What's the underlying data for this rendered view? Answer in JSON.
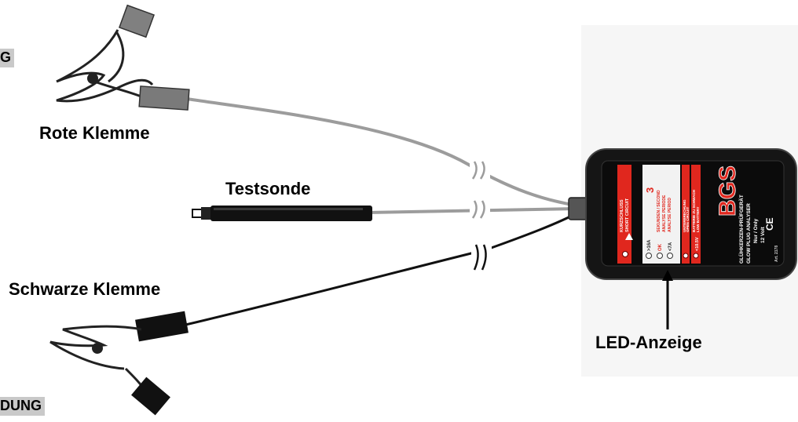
{
  "labels": {
    "red_clamp": "Rote Klemme",
    "test_probe": "Testsonde",
    "black_clamp": "Schwarze Klemme",
    "led_display": "LED-Anzeige",
    "cropped_top": "G",
    "cropped_bottom": "DUNG"
  },
  "device": {
    "logo": "BGS",
    "title_de": "GLÜHKERZEN-PRÜFGERÄT",
    "title_en": "GLOW PLUG ANALYSER",
    "voltage_line1": "Nur / Only",
    "voltage_line2": "12 Volt",
    "ce_mark": "CE",
    "article": "Art. 2178",
    "seconds_value": "3",
    "seconds_line1": "SEKUNDEN / SECOND",
    "seconds_line2": "ANALYSE PERIODE",
    "seconds_line3": "ANALYSE PERIOD",
    "short_circuit_de": "KURZSCHLUSS",
    "short_circuit_en": "SHORT CIRCUIT",
    "row_high": ">16A",
    "row_ok": "OK",
    "row_low": "<7A",
    "interrupt_de": "UNTERBRECHUNG",
    "interrupt_en": "OPEN CIRCUIT",
    "battery_de": "BATTERIE ZU SCHWACH",
    "battery_en": "LOW BATTERY",
    "battery_value": "<10.5V"
  },
  "colors": {
    "red_panel": "#e0271e",
    "device_body": "#141414",
    "wire_gray": "#9c9c9c",
    "wire_black": "#111111",
    "clamp_sleeve_gray": "#7a7a7a"
  }
}
